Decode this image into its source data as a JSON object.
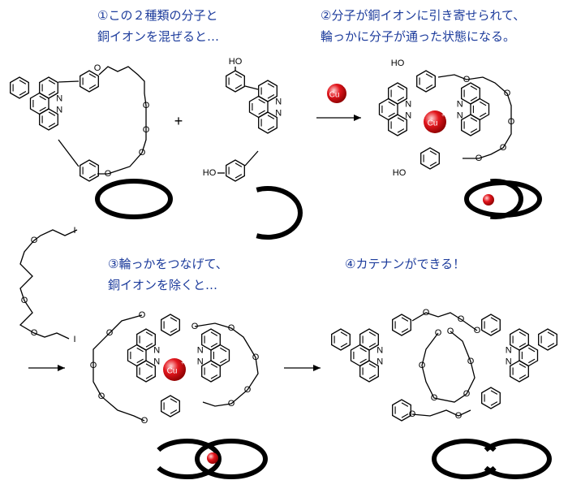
{
  "steps": [
    {
      "line1": "①この２種類の分子と",
      "line2": "銅イオンを混ぜると…"
    },
    {
      "line1": "②分子が銅イオンに引き寄せられて、",
      "line2": "輪っかに分子が通った状態になる。"
    },
    {
      "line1": "③輪っかをつなげて、",
      "line2": "銅イオンを除くと…"
    },
    {
      "line1": "④カテナンができる！",
      "line2": ""
    }
  ],
  "atoms": {
    "oxygen": "O",
    "nitrogen": "N",
    "hydroxyl": "HO",
    "iodine": "I",
    "copper": "Cu",
    "charge": "+"
  },
  "plus_sign": "+",
  "colors": {
    "caption": "#1d3c9c",
    "copper": "#e3161d",
    "ink": "#000000"
  }
}
